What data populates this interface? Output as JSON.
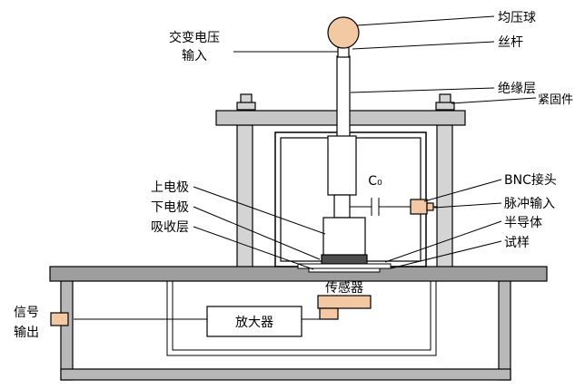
{
  "diagram": {
    "labels": {
      "grading_ball": "均压球",
      "screw_rod": "丝杆",
      "ac_voltage_input_line1": "交变电压",
      "ac_voltage_input_line2": "输入",
      "insulation_layer": "绝缘层",
      "fastener": "紧固件",
      "coupling_capacitor": "C₀",
      "bnc_connector": "BNC接头",
      "pulse_input": "脉冲输入",
      "upper_electrode": "上电极",
      "lower_electrode": "下电极",
      "absorption_layer": "吸收层",
      "semiconductor": "半导体",
      "sample": "试样",
      "sensor": "传感器",
      "amplifier": "放大器",
      "signal_output_line1": "信号",
      "signal_output_line2": "输出"
    },
    "colors": {
      "top_plate": "#c6c6c6",
      "base_plate": "#9e9e9e",
      "stand": "#b8b8b8",
      "column": "#d4d4d4",
      "copper": "#f3c9a3",
      "dark_layer": "#4d4d4d",
      "white_part": "#ffffff",
      "outline": "#000000",
      "background": "#ffffff"
    }
  }
}
